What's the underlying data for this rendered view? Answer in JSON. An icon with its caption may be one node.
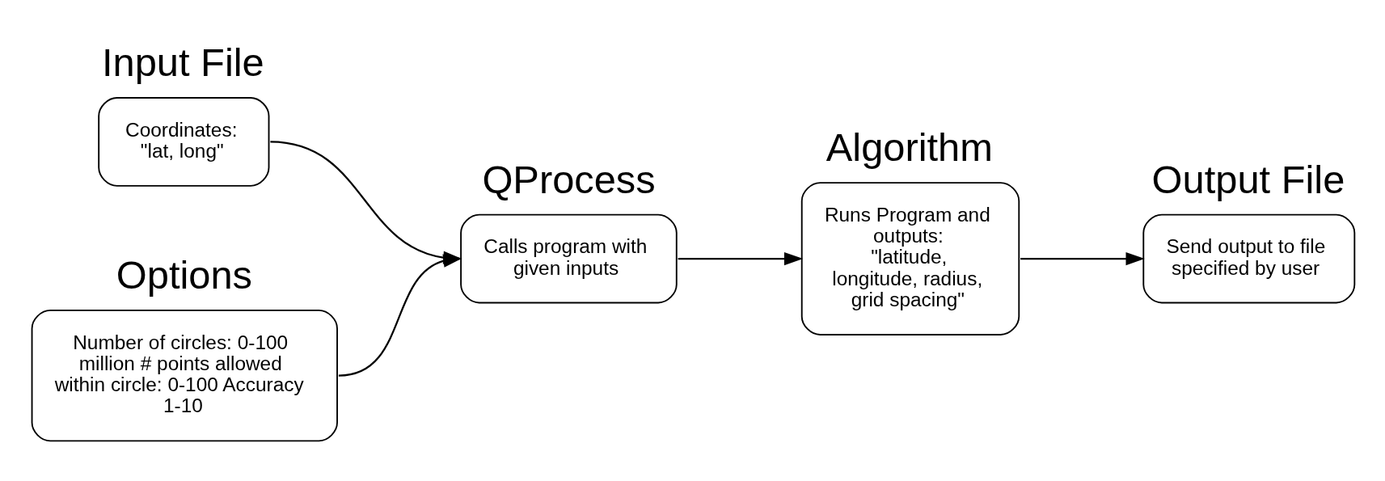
{
  "diagram": {
    "nodes": [
      {
        "text": [
          "Input File",
          "Coordinates: \"lat, long\""
        ]
      },
      {
        "text": [
          "Options",
          "Number of circles: 0-100 million # points allowed within circle: 0-100 Accuracy 1-10"
        ]
      },
      {
        "text": [
          "QProcess",
          "Calls program with given inputs"
        ]
      },
      {
        "text": [
          "Algorithm",
          "Runs Program and outputs: \"latitude, longitude, radius, grid spacing\""
        ]
      },
      {
        "text": [
          "Output File",
          "Send output to file specified by user"
        ]
      }
    ],
    "edges": [
      {
        "from": 0,
        "to": 2,
        "arrow": "to"
      },
      {
        "from": 1,
        "to": 2,
        "arrow": "to"
      },
      {
        "from": 2,
        "to": 3,
        "arrow": "to"
      },
      {
        "from": 3,
        "to": 4,
        "arrow": "to"
      }
    ]
  }
}
